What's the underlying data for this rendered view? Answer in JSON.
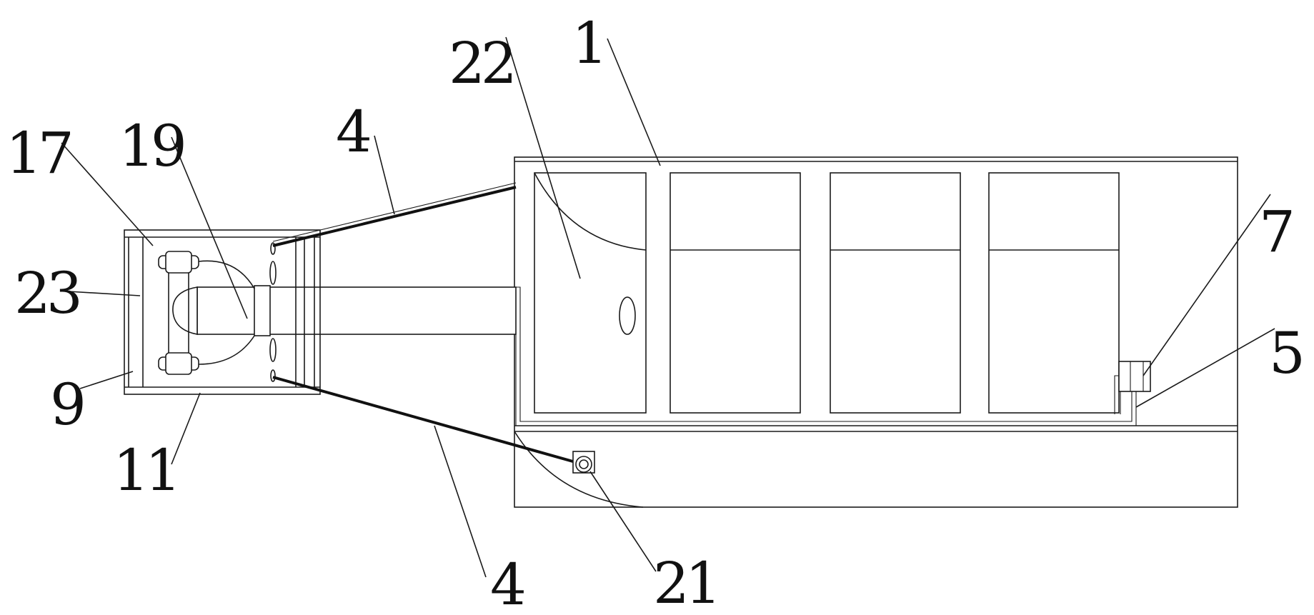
{
  "labels": {
    "l1": "1",
    "l4a": "4",
    "l4b": "4",
    "l5": "5",
    "l7": "7",
    "l9": "9",
    "l11": "11",
    "l17": "17",
    "l19": "19",
    "l21": "21",
    "l22": "22",
    "l23": "23"
  }
}
